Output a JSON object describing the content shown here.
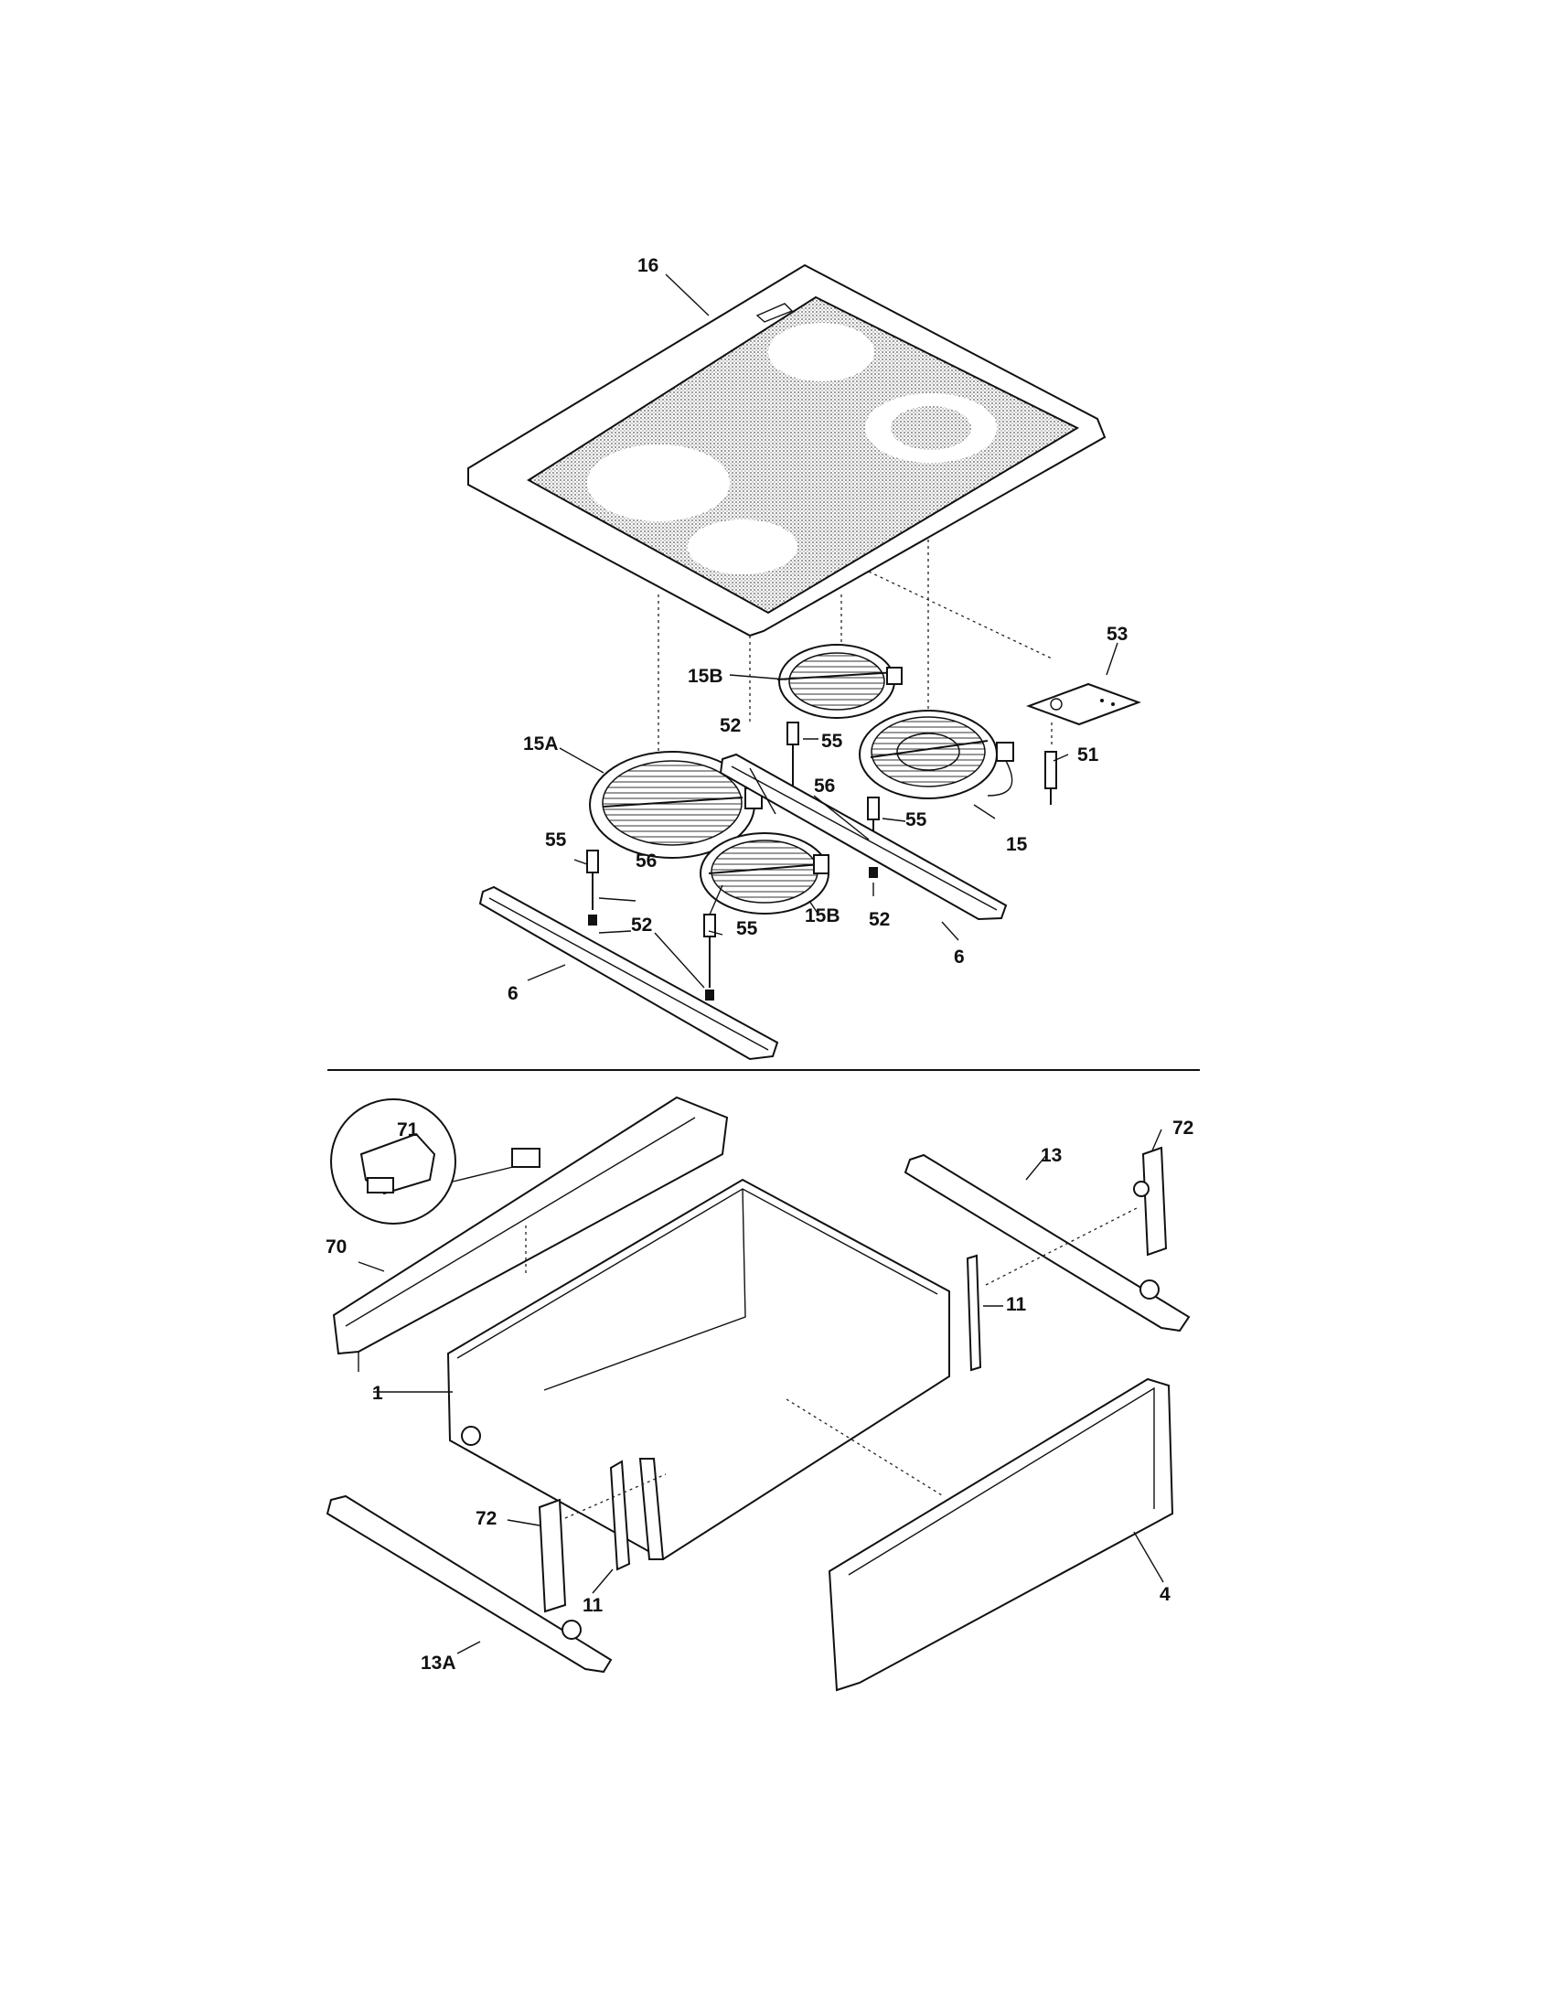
{
  "labels": {
    "p16": "16",
    "p53": "53",
    "p15B_top": "15B",
    "p52_top": "52",
    "p55_top": "55",
    "p15A": "15A",
    "p51": "51",
    "p56_right": "56",
    "p55_right": "55",
    "p15": "15",
    "p55_left": "55",
    "p56_left": "56",
    "p52_left": "52",
    "p55_mid": "55",
    "p15B_bottom": "15B",
    "p52_right": "52",
    "p6_right": "6",
    "p6_left": "6",
    "p71": "71",
    "p72_top": "72",
    "p13": "13",
    "p70": "70",
    "p11_right": "11",
    "p1": "1",
    "p72_bottom": "72",
    "p11_bottom": "11",
    "p4": "4",
    "p13A": "13A"
  }
}
